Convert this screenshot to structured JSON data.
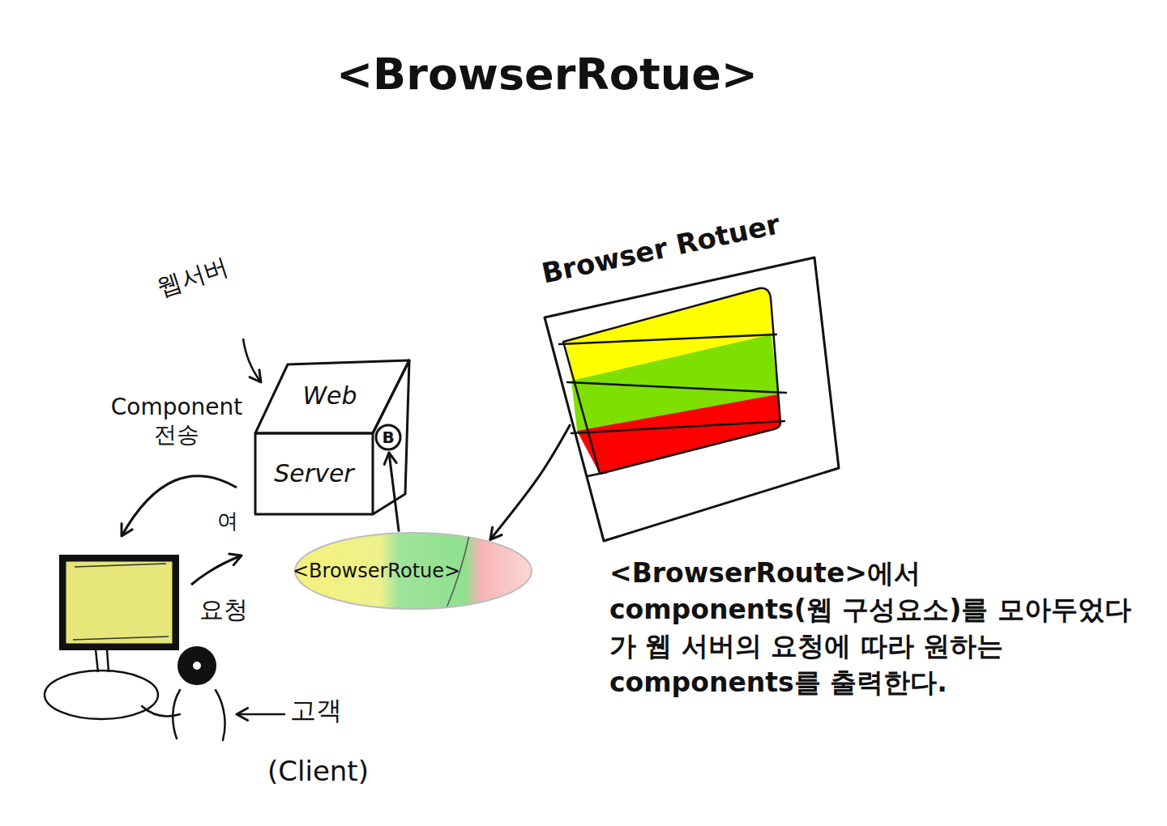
{
  "diagram": {
    "title": "<BrowserRotue>",
    "nodes": [
      {
        "text": [
          "Web",
          "Server"
        ]
      },
      {
        "text": [
          "B"
        ],
        "in": 0
      },
      {
        "text": [
          "<BrowserRotue>"
        ]
      },
      {
        "text": [
          "Browser Rotuer"
        ]
      }
    ],
    "edges": [
      {
        "from": 2,
        "to": 1,
        "arrow": "to"
      },
      {
        "from": 3,
        "to": 2,
        "arrow": "to"
      }
    ],
    "labels": [
      "웹서버",
      "Component 전송",
      "여",
      "요청",
      "고객",
      "(Client)",
      "<BrowserRoute>에서 components(웹 구성요소)를 모아두었다가 웹 서버의 요청에 따라 원하는 components를 출력한다."
    ]
  }
}
